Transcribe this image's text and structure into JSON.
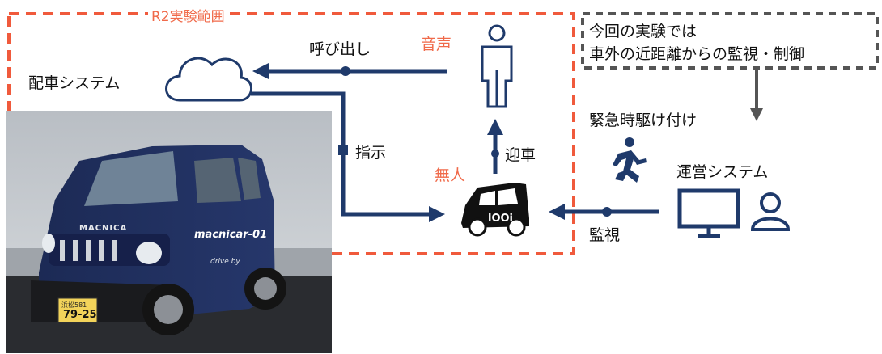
{
  "diagram": {
    "scope_label": "R2実験範囲",
    "note_line1": "今回の実験では",
    "note_line2": "車外の近距離からの監視・制御",
    "dispatch_system": "配車システム",
    "call_label": "呼び出し",
    "voice_label": "音声",
    "instruction_label": "指示",
    "pickup_label": "迎車",
    "unmanned_label": "無人",
    "emergency_label": "緊急時駆け付け",
    "ops_system": "運営システム",
    "monitor_label": "監視",
    "icons": [
      "cloud-icon",
      "person-icon",
      "car-icon",
      "runner-icon",
      "monitor-icon",
      "user-icon"
    ],
    "colors": {
      "arrow": "#1f3a6b",
      "scope_border": "#f05a3c",
      "note_border": "#555555",
      "label_accent": "#f06a4a"
    }
  },
  "photo": {
    "vehicle_brand": "MACNICA",
    "car_logo": "macnicar-01",
    "drive_by": "drive by",
    "plate_top": "浜松581",
    "plate_bottom": "79-25"
  }
}
